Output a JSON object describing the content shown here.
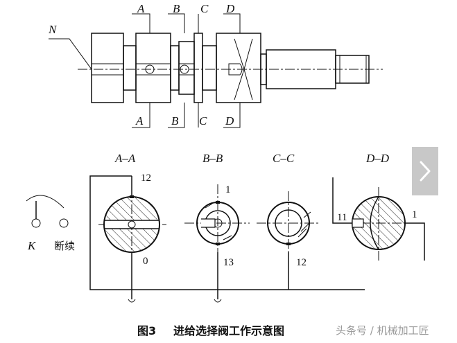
{
  "section_labels_top": [
    "A",
    "B",
    "C",
    "D"
  ],
  "section_labels_bottom": [
    "A",
    "B",
    "C",
    "D"
  ],
  "label_N": "N",
  "section_titles": [
    "A–A",
    "B–B",
    "C–C",
    "D–D"
  ],
  "numbers": {
    "aa_top": "12",
    "aa_bottom": "0",
    "bb_top": "1",
    "bb_bottom": "13",
    "cc_bottom": "12",
    "dd_left": "11",
    "dd_right": "1"
  },
  "label_K": "K",
  "label_break": "断续",
  "caption_prefix": "图3",
  "caption_text": "进给选择阀工作示意图",
  "watermark": "头条号 / 机械加工匠",
  "nav": {
    "next_icon": "chevron-right-icon"
  }
}
